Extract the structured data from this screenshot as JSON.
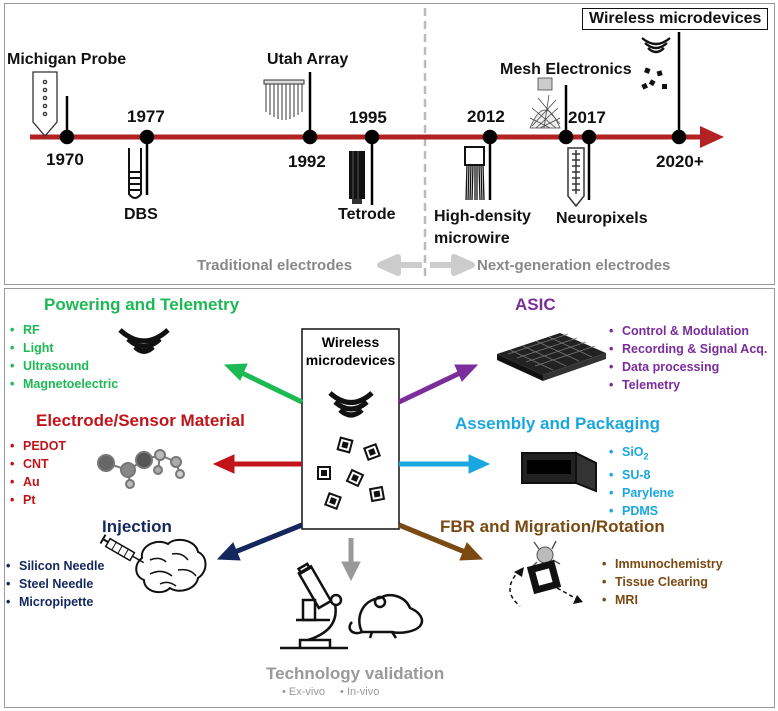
{
  "timeline": {
    "labels": {
      "michigan": "Michigan Probe",
      "y1970": "1970",
      "y1977": "1977",
      "dbs": "DBS",
      "utah": "Utah Array",
      "y1992": "1992",
      "y1995": "1995",
      "tetrode": "Tetrode",
      "y2012": "2012",
      "hdm": "High-density\nmicrowire",
      "mesh": "Mesh Electronics",
      "y2017": "2017",
      "neuropixels": "Neuropixels",
      "wireless": "Wireless microdevices",
      "y2020": "2020+",
      "traditional": "Traditional electrodes",
      "nextgen": "Next-generation electrodes"
    },
    "colors": {
      "axis": "#b22222",
      "divider": "#bbbbbb",
      "era_text": "#888888"
    }
  },
  "center": {
    "title": "Wireless\nmicrodevices"
  },
  "categories": {
    "powering": {
      "title": "Powering and Telemetry",
      "color": "#1db954",
      "items": [
        "RF",
        "Light",
        "Ultrasound",
        "Magnetoelectric"
      ]
    },
    "asic": {
      "title": "ASIC",
      "color": "#7b2d9b",
      "items": [
        "Control & Modulation",
        "Recording & Signal Acq.",
        "Data processing",
        "Telemetry"
      ]
    },
    "electrode": {
      "title": "Electrode/Sensor Material",
      "color": "#c0141a",
      "items": [
        "PEDOT",
        "CNT",
        "Au",
        "Pt"
      ]
    },
    "assembly": {
      "title": "Assembly and Packaging",
      "color": "#1aa7e0",
      "items": [
        "SiO",
        "SU-8",
        "Parylene",
        "PDMS"
      ],
      "sio2_sub": "2"
    },
    "injection": {
      "title": "Injection",
      "color": "#14285e",
      "items": [
        "Silicon Needle",
        "Steel Needle",
        "Micropipette"
      ]
    },
    "fbr": {
      "title": "FBR and Migration/Rotation",
      "color": "#7a4a12",
      "items": [
        "Immunochemistry",
        "Tissue Clearing",
        "MRI"
      ]
    },
    "validation": {
      "title": "Technology validation",
      "color": "#999999",
      "items": [
        "Ex-vivo",
        "In-vivo"
      ]
    }
  }
}
